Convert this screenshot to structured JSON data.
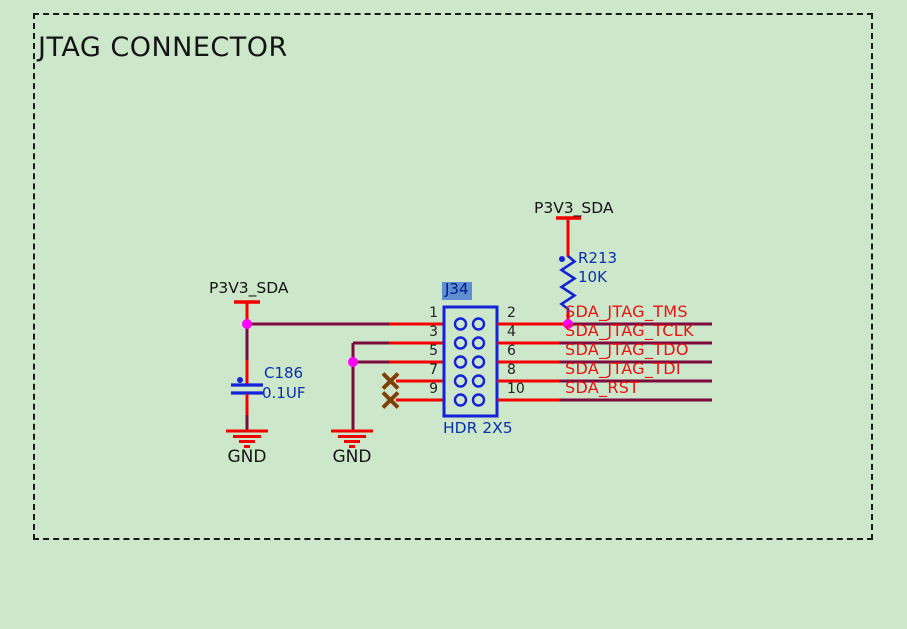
{
  "title": "JTAG CONNECTOR",
  "power": {
    "left_label": "P3V3_SDA",
    "top_label": "P3V3_SDA"
  },
  "connector": {
    "refdes": "J34",
    "footprint": "HDR 2X5",
    "left_pins": [
      "1",
      "3",
      "5",
      "7",
      "9"
    ],
    "right_pins": [
      "2",
      "4",
      "6",
      "8",
      "10"
    ]
  },
  "resistor": {
    "refdes": "R213",
    "value": "10K"
  },
  "capacitor": {
    "refdes": "C186",
    "value": "0.1UF"
  },
  "ground_labels": [
    "GND",
    "GND"
  ],
  "signals": [
    "SDA_JTAG_TMS",
    "SDA_JTAG_TCLK",
    "SDA_JTAG_TDO",
    "SDA_JTAG_TDI",
    "SDA_RST"
  ],
  "colors": {
    "background": "#cde7cb",
    "wire_stub_red": "#f20000",
    "net_maroon": "#7c0a3c",
    "junction_magenta": "#ff00ff",
    "symbol_blue": "#1522d8",
    "symbol_text_blue": "#0a2fae",
    "signal_text_red": "#ee1111",
    "no_connect_brown": "#7d4000",
    "text_black": "#141414",
    "refdes_highlight": "#5f8fd0"
  }
}
